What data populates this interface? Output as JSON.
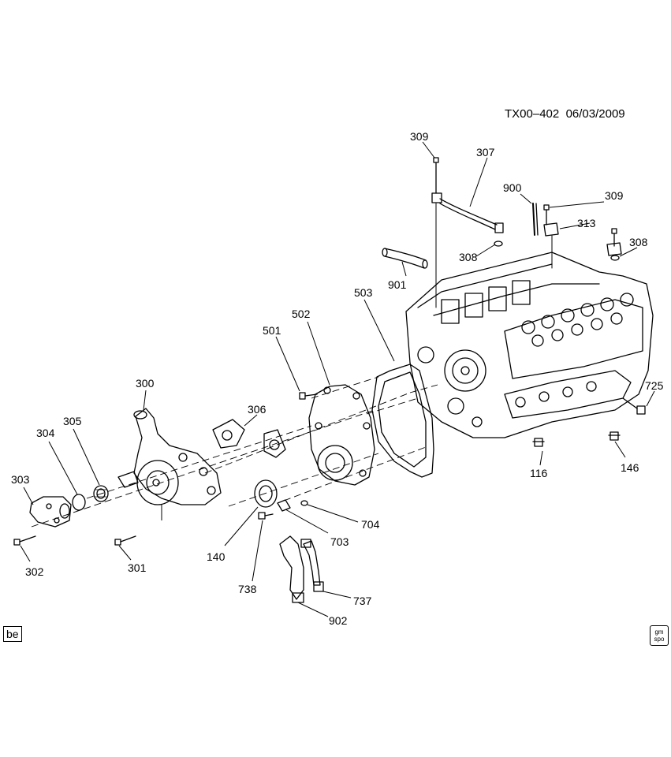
{
  "header": {
    "diagram_id": "TX00–402",
    "date": "06/03/2009"
  },
  "badge_label": "be",
  "logo": {
    "line1": "gm",
    "line2": "spo",
    "icon": "gm-spo-logo-icon"
  },
  "callouts": [
    {
      "id": "309a",
      "label": "309"
    },
    {
      "id": "307",
      "label": "307"
    },
    {
      "id": "900",
      "label": "900"
    },
    {
      "id": "309b",
      "label": "309"
    },
    {
      "id": "313",
      "label": "313"
    },
    {
      "id": "308b",
      "label": "308"
    },
    {
      "id": "308a",
      "label": "308"
    },
    {
      "id": "901",
      "label": "901"
    },
    {
      "id": "503",
      "label": "503"
    },
    {
      "id": "502",
      "label": "502"
    },
    {
      "id": "501",
      "label": "501"
    },
    {
      "id": "300",
      "label": "300"
    },
    {
      "id": "306",
      "label": "306"
    },
    {
      "id": "725",
      "label": "725"
    },
    {
      "id": "304",
      "label": "304"
    },
    {
      "id": "305",
      "label": "305"
    },
    {
      "id": "116",
      "label": "116"
    },
    {
      "id": "146",
      "label": "146"
    },
    {
      "id": "303",
      "label": "303"
    },
    {
      "id": "704",
      "label": "704"
    },
    {
      "id": "703",
      "label": "703"
    },
    {
      "id": "140",
      "label": "140"
    },
    {
      "id": "302",
      "label": "302"
    },
    {
      "id": "301",
      "label": "301"
    },
    {
      "id": "738",
      "label": "738"
    },
    {
      "id": "737",
      "label": "737"
    },
    {
      "id": "902",
      "label": "902"
    }
  ]
}
